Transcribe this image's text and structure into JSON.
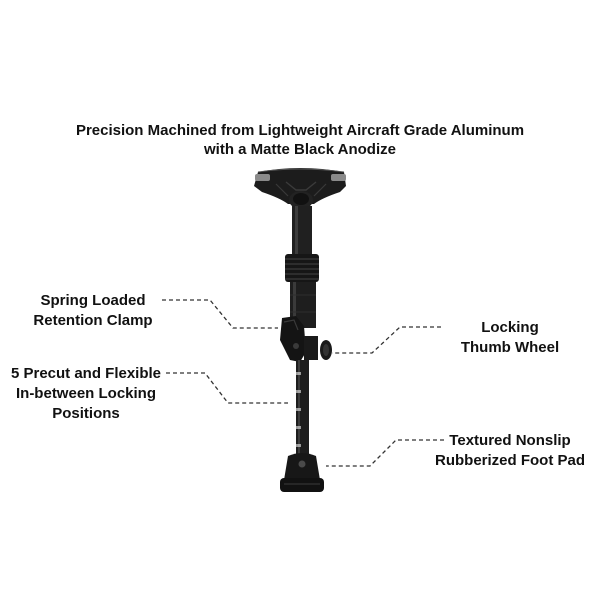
{
  "headline": {
    "line1": "Precision Machined from Lightweight Aircraft Grade Aluminum",
    "line2": "with a Matte Black Anodize"
  },
  "callouts": {
    "spring_clamp": {
      "line1": "Spring Loaded",
      "line2": "Retention Clamp"
    },
    "locking_positions": {
      "line1": "5 Precut and Flexible",
      "line2": "In-between Locking",
      "line3": "Positions"
    },
    "thumb_wheel": {
      "line1": "Locking",
      "line2": "Thumb Wheel"
    },
    "foot_pad": {
      "line1": "Textured Nonslip",
      "line2": "Rubberized Foot Pad"
    }
  },
  "colors": {
    "background": "#ffffff",
    "text": "#111111",
    "product": "#1c1c1c",
    "leader_line": "#333333"
  }
}
